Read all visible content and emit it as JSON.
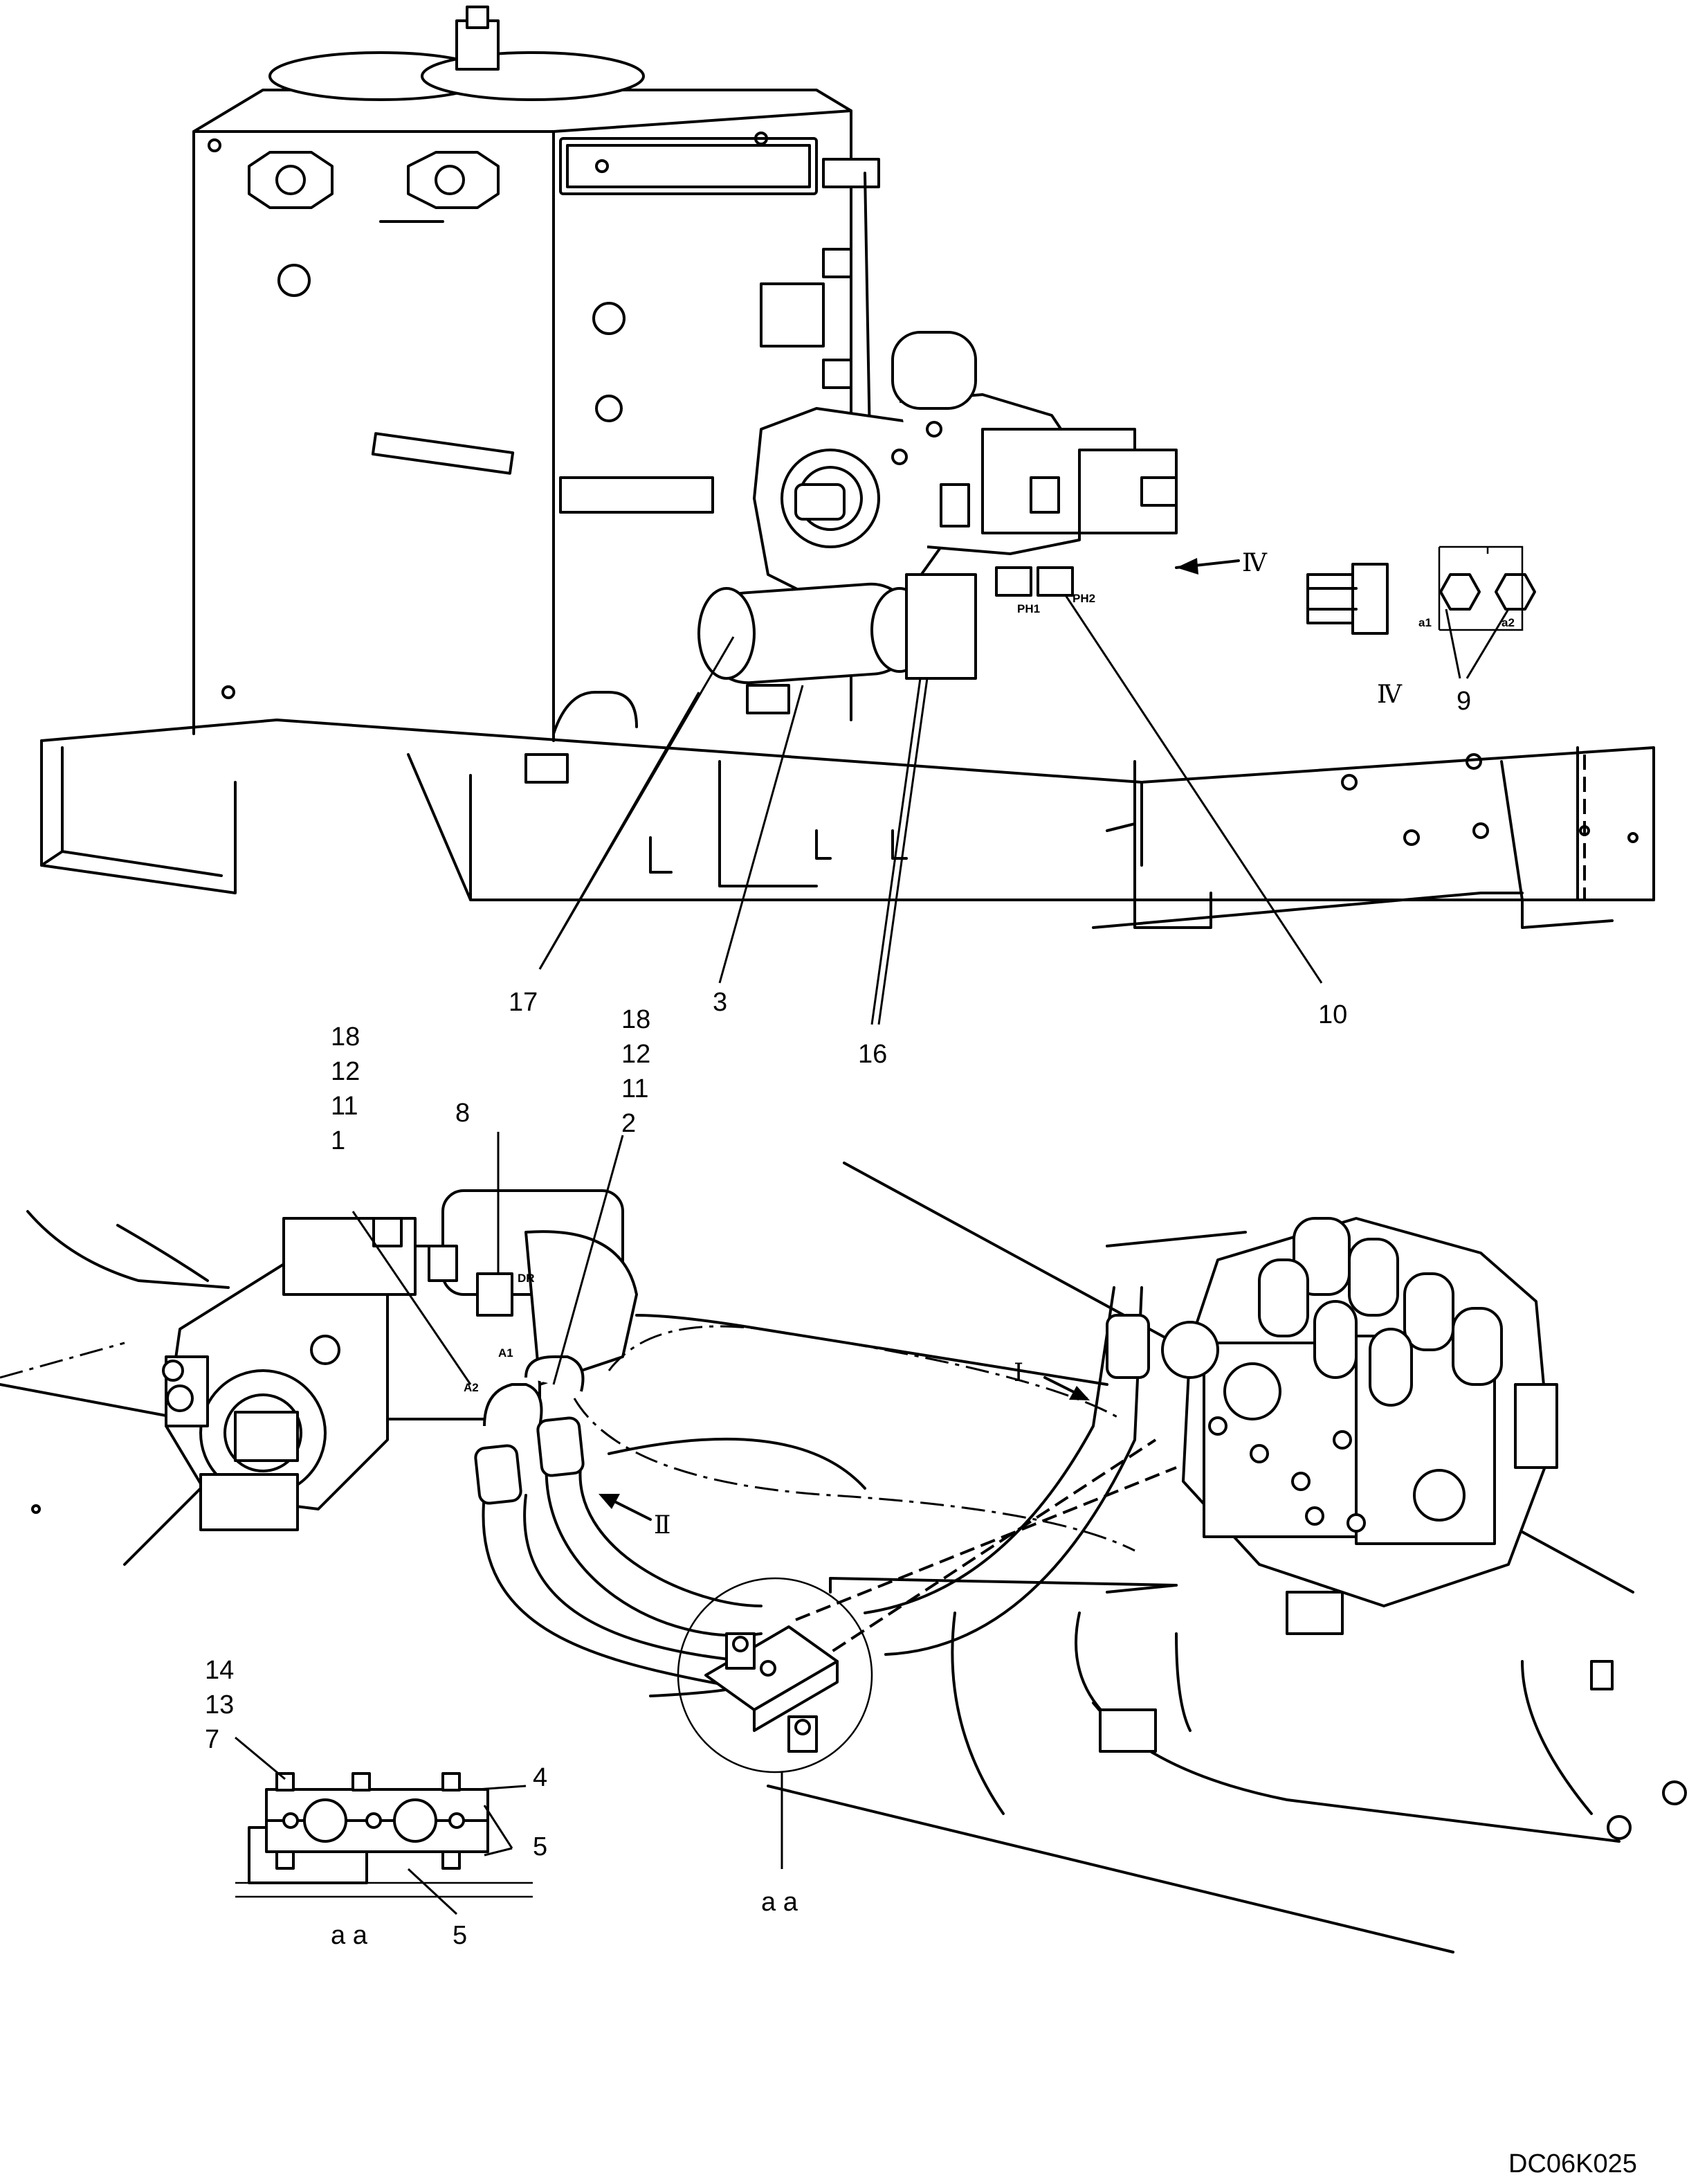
{
  "drawing_code": "DC06K025",
  "upper_view": {
    "callouts": [
      "17",
      "3",
      "16",
      "10"
    ],
    "view_marker": "Ⅳ",
    "port_tags": [
      "PH1",
      "PH2"
    ]
  },
  "detail_iv": {
    "view_label": "Ⅳ",
    "callout": "9",
    "port_tags": [
      "a1",
      "a2"
    ]
  },
  "lower_view": {
    "stack_left": [
      "18",
      "12",
      "11",
      "1"
    ],
    "callout_8": "8",
    "stack_right": [
      "18",
      "12",
      "11",
      "2"
    ],
    "port_tags": [
      "A1",
      "A2",
      "DR"
    ],
    "arrow_i": "Ⅰ",
    "arrow_ii": "Ⅱ",
    "section_label": "a a"
  },
  "detail_aa": {
    "stack": [
      "14",
      "13",
      "7"
    ],
    "callout_4": "4",
    "callout_5_right": "5",
    "callout_5_bottom": "5",
    "view_label": "a a"
  }
}
